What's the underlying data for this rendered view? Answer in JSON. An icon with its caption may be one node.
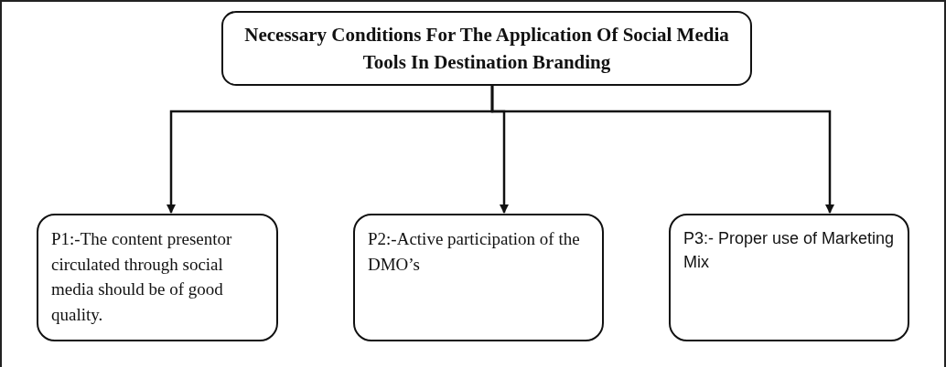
{
  "diagram": {
    "nodes": [
      {
        "text": [
          "Necessary Conditions For The Application Of Social Media Tools In Destination Branding"
        ]
      },
      {
        "text": [
          "P1:-The content presentor circulated through social media should be of good quality."
        ]
      },
      {
        "text": [
          "P2:-Active participation of the DMO’s"
        ]
      },
      {
        "text": [
          "P3:- Proper use of Marketing Mix"
        ]
      }
    ],
    "edges": [
      {
        "from": 0,
        "to": 1,
        "arrow": "to"
      },
      {
        "from": 0,
        "to": 2,
        "arrow": "to"
      },
      {
        "from": 0,
        "to": 3,
        "arrow": "to"
      }
    ]
  }
}
